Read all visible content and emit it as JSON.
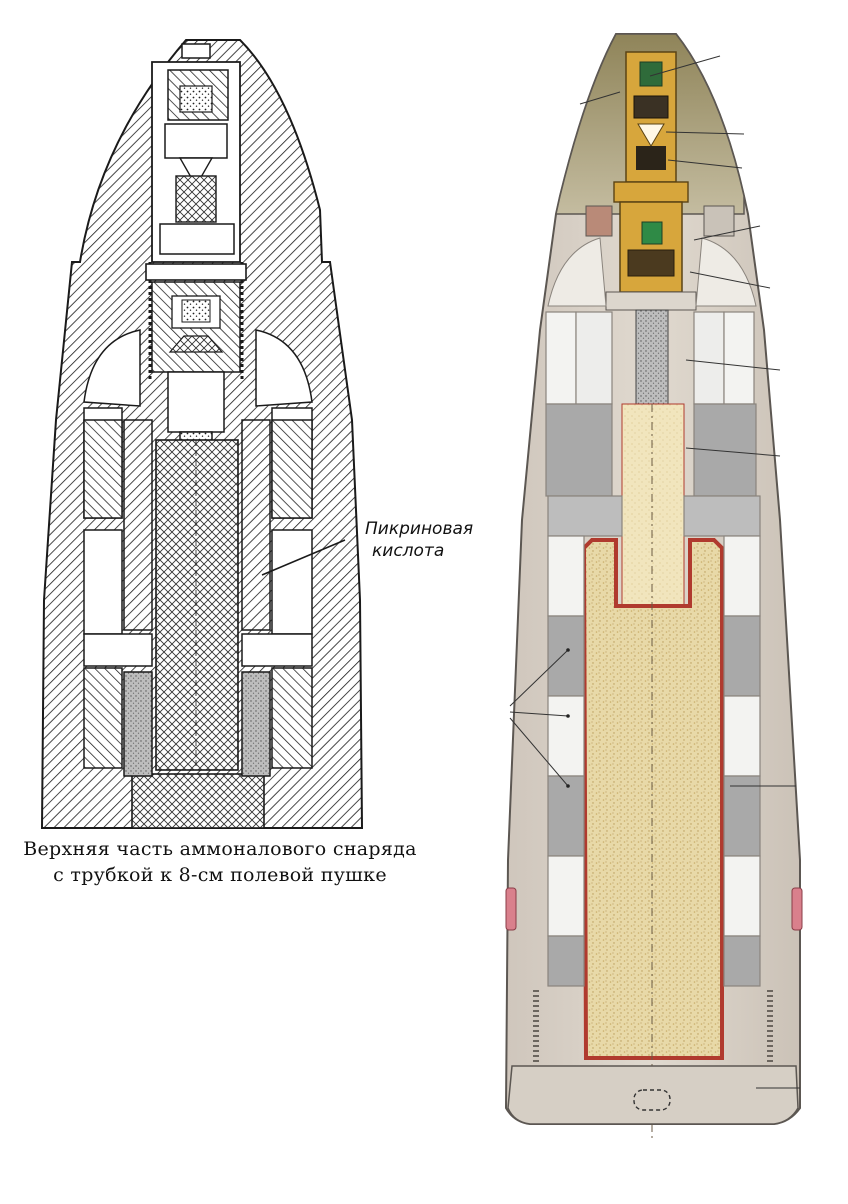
{
  "left_figure": {
    "label": {
      "line1": "Пикриновая",
      "line2": "кислота"
    },
    "caption": {
      "line1": "Верхняя часть аммоналового снаряда",
      "line2": "с трубкой к 8-см полевой пушке"
    }
  },
  "colors": {
    "ink": "#1a1a1a",
    "paper": "#ffffff",
    "shell_body": "#d9d2c8",
    "shell_dark": "#8f8a86",
    "nose_olive": "#a99a6e",
    "charge_fill": "#e8d9a8",
    "charge_outline": "#b03a2e",
    "fuze_gold": "#d7a63c",
    "band_pink": "#d9808c",
    "block_light": "#f3f3f1",
    "block_gray": "#a9a9a9"
  }
}
